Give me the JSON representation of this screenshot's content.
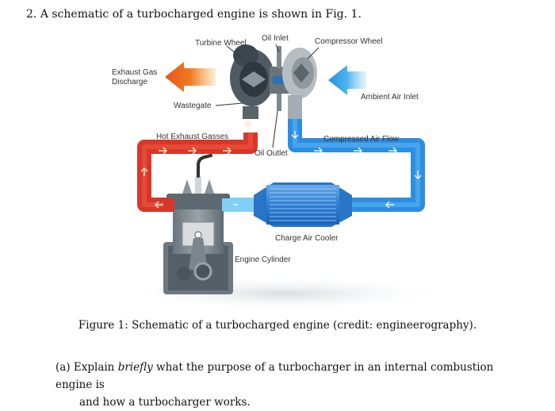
{
  "question": {
    "number": "2.",
    "text": "A schematic of a turbocharged engine is shown in Fig. 1."
  },
  "labels": {
    "turbine_wheel": "Turbine Wheel",
    "oil_inlet": "Oil Inlet",
    "compressor_wheel": "Compressor Wheel",
    "exhaust_gas_line1": "Exhaust Gas",
    "exhaust_gas_line2": "Discharge",
    "ambient_air_inlet": "Ambient Air Inlet",
    "wastegate": "Wastegate",
    "hot_exhaust_gasses": "Hot Exhaust Gasses",
    "compressed_air_flow": "Compressed Air Flow",
    "oil_outlet": "Oil Outlet",
    "charge_air_cooler": "Charge Air Cooler",
    "engine_cylinder": "Engine Cylinder"
  },
  "caption": "Figure 1: Schematic of a turbocharged engine (credit: engineerography).",
  "part_a": {
    "label": "(a)",
    "prefix": "Explain",
    "emphasis": "briefly",
    "rest_line1": "what the purpose of a turbocharger in an internal combustion engine is",
    "line2": "and how a turbocharger works."
  },
  "colors": {
    "hot": "#e0392a",
    "hot_arrow": "#f07a1e",
    "cool": "#2f8fe0",
    "cool_light": "#5cc1f0",
    "metal": "#5a6670",
    "cooler_body": "#3b88d8"
  }
}
